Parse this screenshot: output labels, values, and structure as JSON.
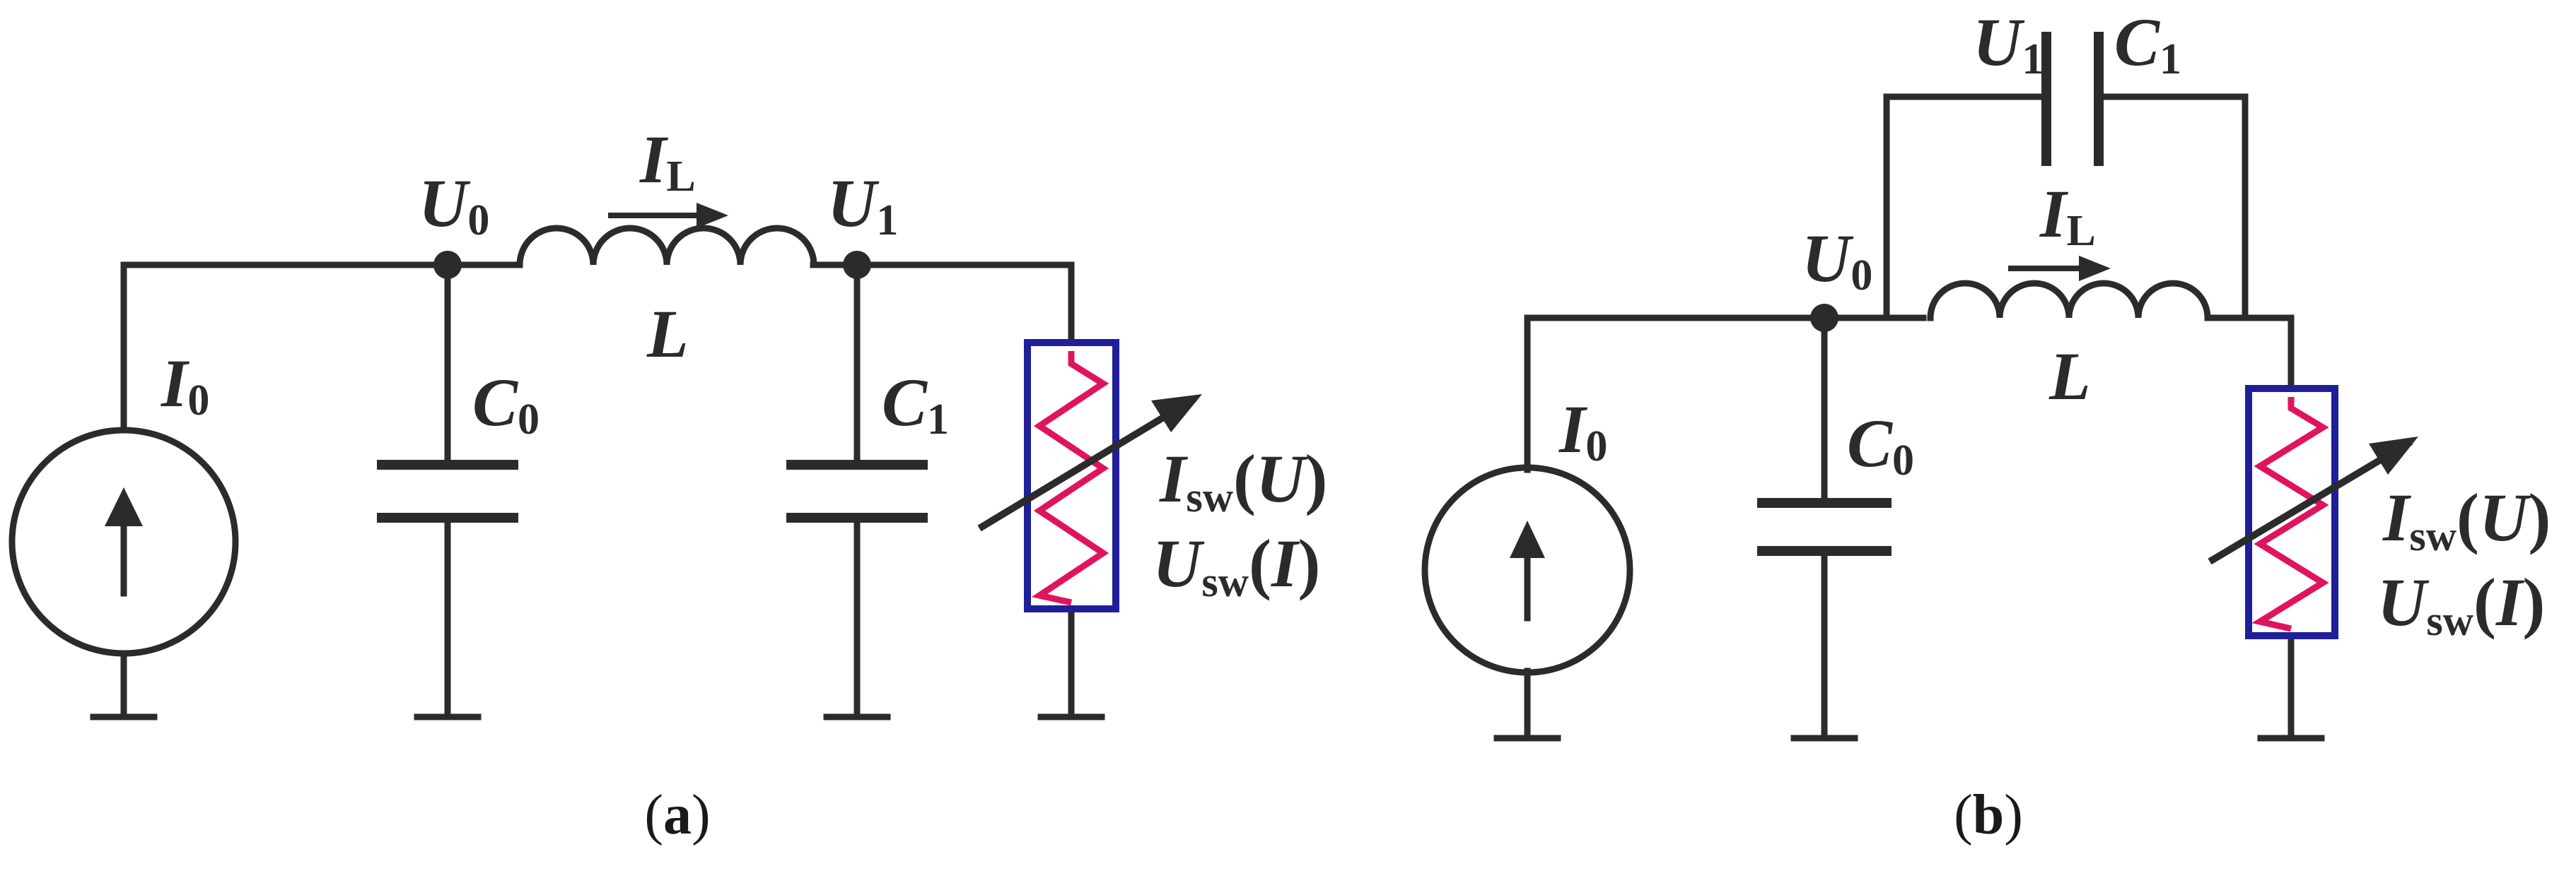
{
  "panel_a": {
    "caption": {
      "open": "(",
      "letter": "a",
      "close": ")"
    },
    "I0": {
      "main": "I",
      "sub": "0"
    },
    "U0": {
      "main": "U",
      "sub": "0"
    },
    "U1": {
      "main": "U",
      "sub": "1"
    },
    "IL": {
      "main": "I",
      "sub": "L"
    },
    "L": {
      "main": "L"
    },
    "C0": {
      "main": "C",
      "sub": "0"
    },
    "C1": {
      "main": "C",
      "sub": "1"
    },
    "Isw": {
      "main": "I",
      "sub": "sw",
      "arg_open": "(",
      "arg": "U",
      "arg_close": ")"
    },
    "Usw": {
      "main": "U",
      "sub": "sw",
      "arg_open": "(",
      "arg": "I",
      "arg_close": ")"
    }
  },
  "panel_b": {
    "caption": {
      "open": "(",
      "letter": "b",
      "close": ")"
    },
    "I0": {
      "main": "I",
      "sub": "0"
    },
    "U0": {
      "main": "U",
      "sub": "0"
    },
    "U1": {
      "main": "U",
      "sub": "1"
    },
    "IL": {
      "main": "I",
      "sub": "L"
    },
    "L": {
      "main": "L"
    },
    "C0": {
      "main": "C",
      "sub": "0"
    },
    "C1": {
      "main": "C",
      "sub": "1"
    },
    "Isw": {
      "main": "I",
      "sub": "sw",
      "arg_open": "(",
      "arg": "U",
      "arg_close": ")"
    },
    "Usw": {
      "main": "U",
      "sub": "sw",
      "arg_open": "(",
      "arg": "I",
      "arg_close": ")"
    }
  },
  "colors": {
    "wire": "#2b2b2b",
    "switch_box": "#1f1f9a",
    "switch_zigzag": "#e0135f"
  }
}
